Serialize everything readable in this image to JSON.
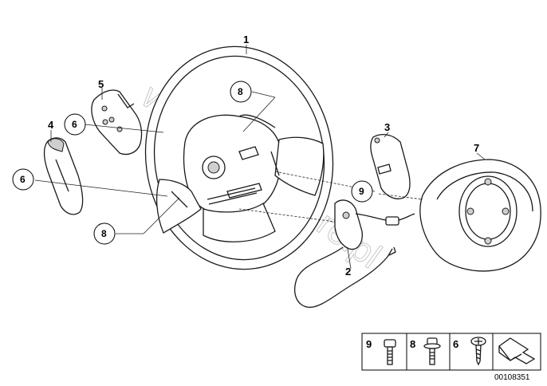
{
  "labels": {
    "p1": "1",
    "p2": "2",
    "p3": "3",
    "p4": "4",
    "p5": "5",
    "p6a": "6",
    "p6b": "6",
    "p7": "7",
    "p8a": "8",
    "p8b": "8",
    "p9": "9"
  },
  "watermark": "www.BMWstore.pl",
  "legend": {
    "items": [
      "9",
      "8",
      "6"
    ]
  },
  "reference": "00108351"
}
